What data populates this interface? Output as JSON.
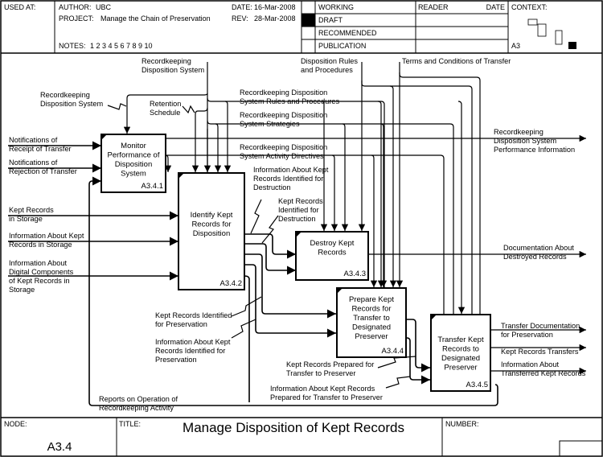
{
  "header": {
    "used_at_label": "USED AT:",
    "author_label": "AUTHOR:",
    "author": "UBC",
    "project_label": "PROJECT:",
    "project": "Manage the Chain of Preservation",
    "date_label": "DATE:",
    "date": "16-Mar-2008",
    "rev_label": "REV:",
    "rev": "28-Mar-2008",
    "notes_label": "NOTES:",
    "notes": "1 2 3 4 5 6 7 8 9 10",
    "status_rows": [
      {
        "label": "WORKING",
        "selected": false
      },
      {
        "label": "DRAFT",
        "selected": true
      },
      {
        "label": "RECOMMENDED",
        "selected": false
      },
      {
        "label": "PUBLICATION",
        "selected": false
      }
    ],
    "reader_label": "READER",
    "reader_date_label": "DATE",
    "context_label": "CONTEXT:",
    "context_node": "A3"
  },
  "footer": {
    "node_label": "NODE:",
    "node": "A3.4",
    "title_label": "TITLE:",
    "title": "Manage Disposition of Kept  Records",
    "number_label": "NUMBER:"
  },
  "activities": [
    {
      "id": "A3.4.1",
      "lines": [
        "Monitor",
        "Performance of",
        "Disposition",
        "System"
      ]
    },
    {
      "id": "A3.4.2",
      "lines": [
        "Identify Kept",
        "Records for",
        "Disposition"
      ]
    },
    {
      "id": "A3.4.3",
      "lines": [
        "Destroy Kept",
        "Records"
      ]
    },
    {
      "id": "A3.4.4",
      "lines": [
        "Prepare Kept",
        "Records for",
        "Transfer to",
        "Designated",
        "Preserver"
      ]
    },
    {
      "id": "A3.4.5",
      "lines": [
        "Transfer Kept",
        "Records to",
        "Designated",
        "Preserver"
      ]
    }
  ],
  "inputs": [
    {
      "lines": [
        "Notifications of",
        "Receipt of Transfer"
      ]
    },
    {
      "lines": [
        "Notifications of",
        "Rejection of Transfer"
      ]
    },
    {
      "lines": [
        "Kept Records",
        "in Storage"
      ]
    },
    {
      "lines": [
        "Information About Kept",
        "Records in Storage"
      ]
    },
    {
      "lines": [
        "Information About",
        "Digital Components",
        "of Kept Records in",
        "Storage"
      ]
    }
  ],
  "controls": [
    {
      "lines": [
        "Recordkeeping",
        "Disposition System"
      ]
    },
    {
      "lines": [
        "Recordkeeping",
        "Disposition System"
      ]
    },
    {
      "lines": [
        "Retention",
        "Schedule"
      ]
    },
    {
      "lines": [
        "Disposition Rules",
        "and Procedures"
      ]
    },
    {
      "lines": [
        "Terms and Conditions of Transfer"
      ]
    }
  ],
  "internal_labels": [
    {
      "lines": [
        "Recordkeeping Disposition",
        "System Rules and Procedures"
      ]
    },
    {
      "lines": [
        "Recordkeeping Disposition",
        "System Strategies"
      ]
    },
    {
      "lines": [
        "Recordkeeping Disposition",
        "System Activity Directives"
      ]
    },
    {
      "lines": [
        "Information About Kept",
        "Records Identified for",
        "Destruction"
      ]
    },
    {
      "lines": [
        "Kept Records",
        "Identified for",
        "Destruction"
      ]
    },
    {
      "lines": [
        "Kept Records Identified",
        "for Preservation"
      ]
    },
    {
      "lines": [
        "Information About Kept",
        "Records Identified for",
        "Preservation"
      ]
    },
    {
      "lines": [
        "Kept Records Prepared for",
        "Transfer to Preserver"
      ]
    },
    {
      "lines": [
        "Information About Kept Records",
        "Prepared for Transfer to Preserver"
      ]
    },
    {
      "lines": [
        "Reports on Operation of",
        "Recordkeeping Activity"
      ]
    }
  ],
  "outputs": [
    {
      "lines": [
        "Recordkeeping",
        "Disposition System",
        "Performance Information"
      ]
    },
    {
      "lines": [
        "Documentation About",
        "Destroyed Records"
      ]
    },
    {
      "lines": [
        "Transfer Documentation",
        "for Preservation"
      ]
    },
    {
      "lines": [
        "Kept Records Transfers"
      ]
    },
    {
      "lines": [
        "Information About",
        "Transferred Kept Records"
      ]
    }
  ]
}
